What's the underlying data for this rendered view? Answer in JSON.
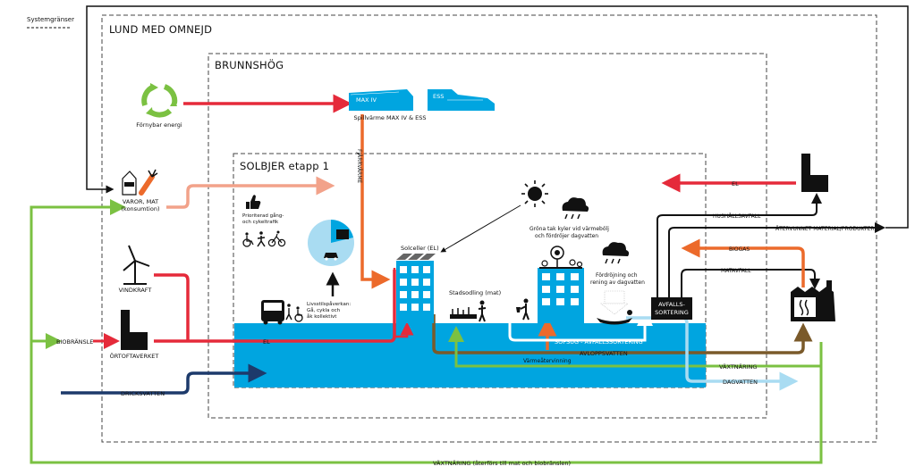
{
  "legend": {
    "system_boundary": "Systemgränser"
  },
  "regions": {
    "lund": "LUND MED OMNEJD",
    "brunnshog": "BRUNNSHÖG",
    "solbjer": "SOLBJER etapp 1"
  },
  "nodes": {
    "renewable_energy": "Förnybar energi",
    "max_iv": "MAX IV",
    "ess": "ESS",
    "waste_heat": "Spillvärme MAX IV & ESS",
    "goods": "VAROR, MAT",
    "goods_sub": "(konsumtion)",
    "wind_power": "VINDKRAFT",
    "ortofta": "ÖRTOFTAVERKET",
    "biofuel": "BIOBRÄNSLE",
    "drinking_water": "DRICKSVATTEN",
    "prioritized_traffic_1": "Prioriterad gång-",
    "prioritized_traffic_2": "och cykeltrafik",
    "lifestyle_1": "Livsstilspåverkan:",
    "lifestyle_2": "Gå, cykla och",
    "lifestyle_3": "åk kollektivt",
    "solar_cells": "Solceller (EL)",
    "urban_farming": "Stadsodling (mat)",
    "green_roofs_1": "Gröna tak kyler vid värmebölj",
    "green_roofs_2": "och fördröjer dagvatten",
    "delay_1": "Fördröjning och",
    "delay_2": "rening av dagvatten",
    "waste_sorting_1": "AVFALLS-",
    "waste_sorting_2": "SORTERING"
  },
  "flows": {
    "district_heating": "FJÄRRVÄRME",
    "el_in": "EL",
    "el_out": "EL",
    "household_waste": "HUSHÅLLSAVFALL",
    "recycled_material": "ÅTERVUNNET MATERIAL/PRODUKTER",
    "biogas": "BIOGAS",
    "food_waste": "MATAVFALL",
    "vacuum_waste": "SOPSUG - AVFALLSSORTERING",
    "heat_recovery": "Värmeåtervinning",
    "wastewater": "AVLOPPSVATTEN",
    "nutrients": "VÄXTNÄRING",
    "stormwater": "DAGVATTEN",
    "nutrients_return": "VÄXTNÄRING (återförs till mat och biobränslen)"
  },
  "colors": {
    "electricity": "#e52a3a",
    "district_heat": "#ec6a2b",
    "consumption": "#f2a28a",
    "nutrient": "#7bc142",
    "drinking_water": "#1d3a6b",
    "wastewater": "#7a5a2a",
    "stormwater": "#a9dcf2",
    "water_band": "#00a5e0",
    "recycle": "#7bc142",
    "dark": "#111111"
  }
}
